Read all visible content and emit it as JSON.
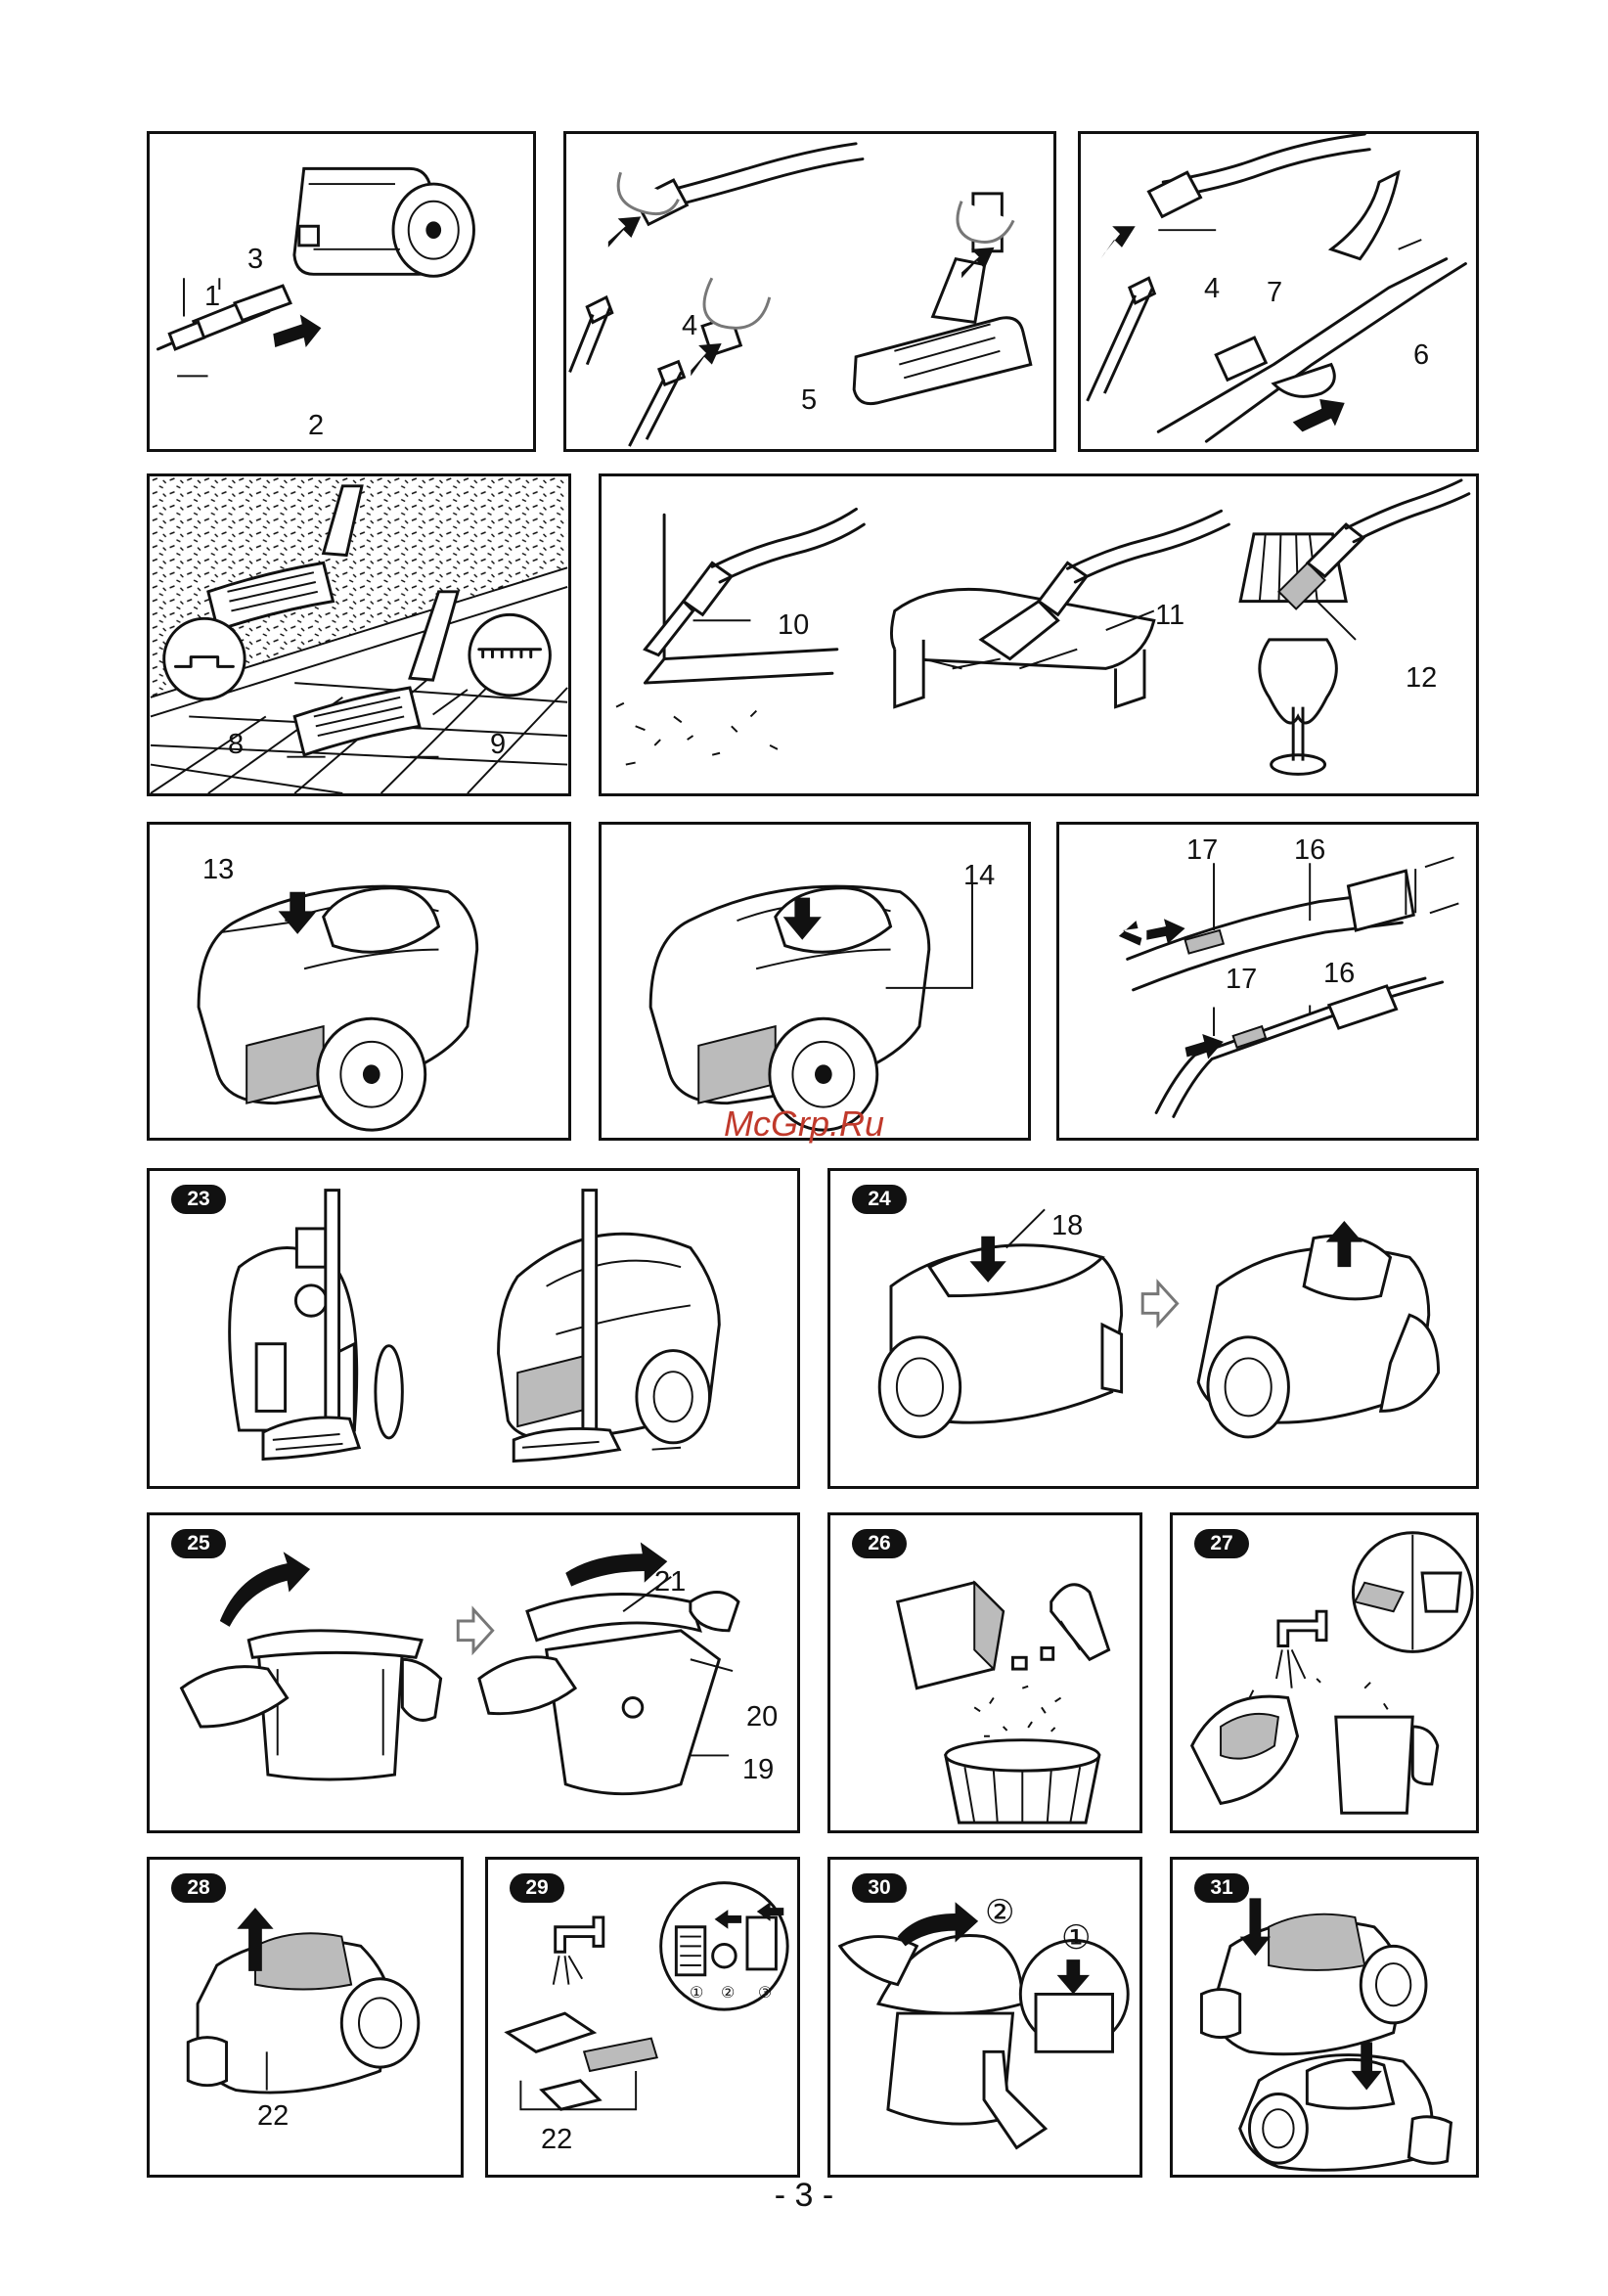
{
  "page": {
    "number": "- 3 -",
    "watermark": "McGrp.Ru"
  },
  "panels": {
    "p1": {
      "labels": [
        "1",
        "2",
        "3"
      ]
    },
    "p2": {
      "labels": [
        "4",
        "5"
      ]
    },
    "p3": {
      "labels": [
        "4",
        "6",
        "7"
      ]
    },
    "p4": {
      "labels": [
        "8",
        "9"
      ]
    },
    "p5": {
      "labels": [
        "10",
        "11",
        "12"
      ]
    },
    "p6": {
      "labels": [
        "13"
      ]
    },
    "p7": {
      "labels": [
        "14"
      ]
    },
    "p8": {
      "labels": [
        "17",
        "16",
        "17",
        "16"
      ]
    },
    "p23": {
      "badge": "23"
    },
    "p24": {
      "badge": "24",
      "labels": [
        "18"
      ]
    },
    "p25": {
      "badge": "25",
      "labels": [
        "21",
        "20",
        "19"
      ]
    },
    "p26": {
      "badge": "26"
    },
    "p27": {
      "badge": "27"
    },
    "p28": {
      "badge": "28",
      "labels": [
        "22"
      ]
    },
    "p29": {
      "badge": "29",
      "labels": [
        "22"
      ],
      "steps": [
        "①",
        "②",
        "③"
      ]
    },
    "p30": {
      "badge": "30",
      "steps": [
        "②",
        "①"
      ]
    },
    "p31": {
      "badge": "31"
    }
  },
  "icons": {
    "arrow": "press-arrow-icon",
    "rotate": "rotate-arrow-icon",
    "next": "next-step-arrow-icon",
    "tap": "water-tap-icon",
    "bin": "trash-bin-icon"
  }
}
